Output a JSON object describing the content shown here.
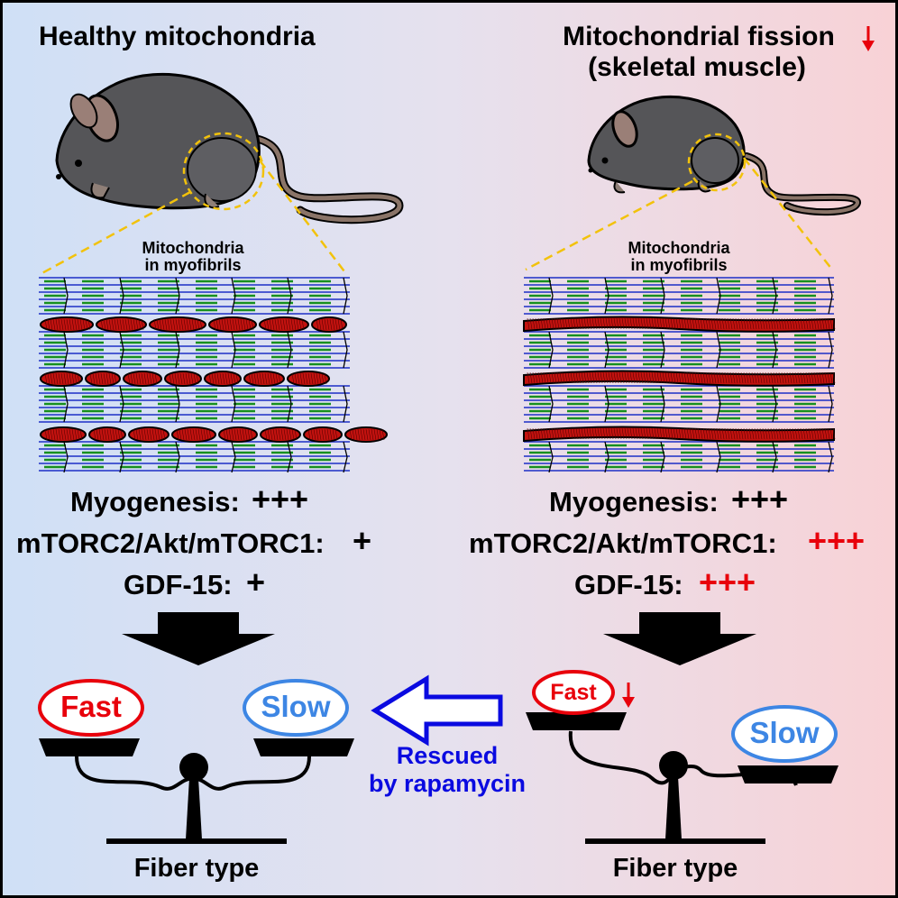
{
  "left_panel": {
    "title": "Healthy mitochondria",
    "inset_label_line1": "Mitochondria",
    "inset_label_line2": "in myofibrils",
    "myogenesis_label": "Myogenesis:",
    "myogenesis_level": "+++",
    "mtor_label": "mTORC2/Akt/mTORC1:",
    "mtor_level": "+",
    "gdf_label": "GDF-15:",
    "gdf_level": "+",
    "fast_label": "Fast",
    "slow_label": "Slow",
    "fiber_label": "Fiber type"
  },
  "right_panel": {
    "title_line1": "Mitochondrial fission",
    "title_line2": "(skeletal muscle)",
    "inset_label_line1": "Mitochondria",
    "inset_label_line2": "in myofibrils",
    "myogenesis_label": "Myogenesis:",
    "myogenesis_level": "+++",
    "mtor_label": "mTORC2/Akt/mTORC1:",
    "mtor_level": "+++",
    "gdf_label": "GDF-15:",
    "gdf_level": "+++",
    "fast_label": "Fast",
    "slow_label": "Slow",
    "fiber_label": "Fiber type"
  },
  "rescue": {
    "line1": "Rescued",
    "line2": "by rapamycin"
  },
  "colors": {
    "red": "#e8000b",
    "blue": "#3d86e4",
    "rescue_blue": "#0a0ae0",
    "mito": "#c2120f",
    "mouse": "#555558",
    "highlight_dash": "#f2c20b",
    "actin": "#17901f",
    "myosin": "#1c2fc6"
  }
}
